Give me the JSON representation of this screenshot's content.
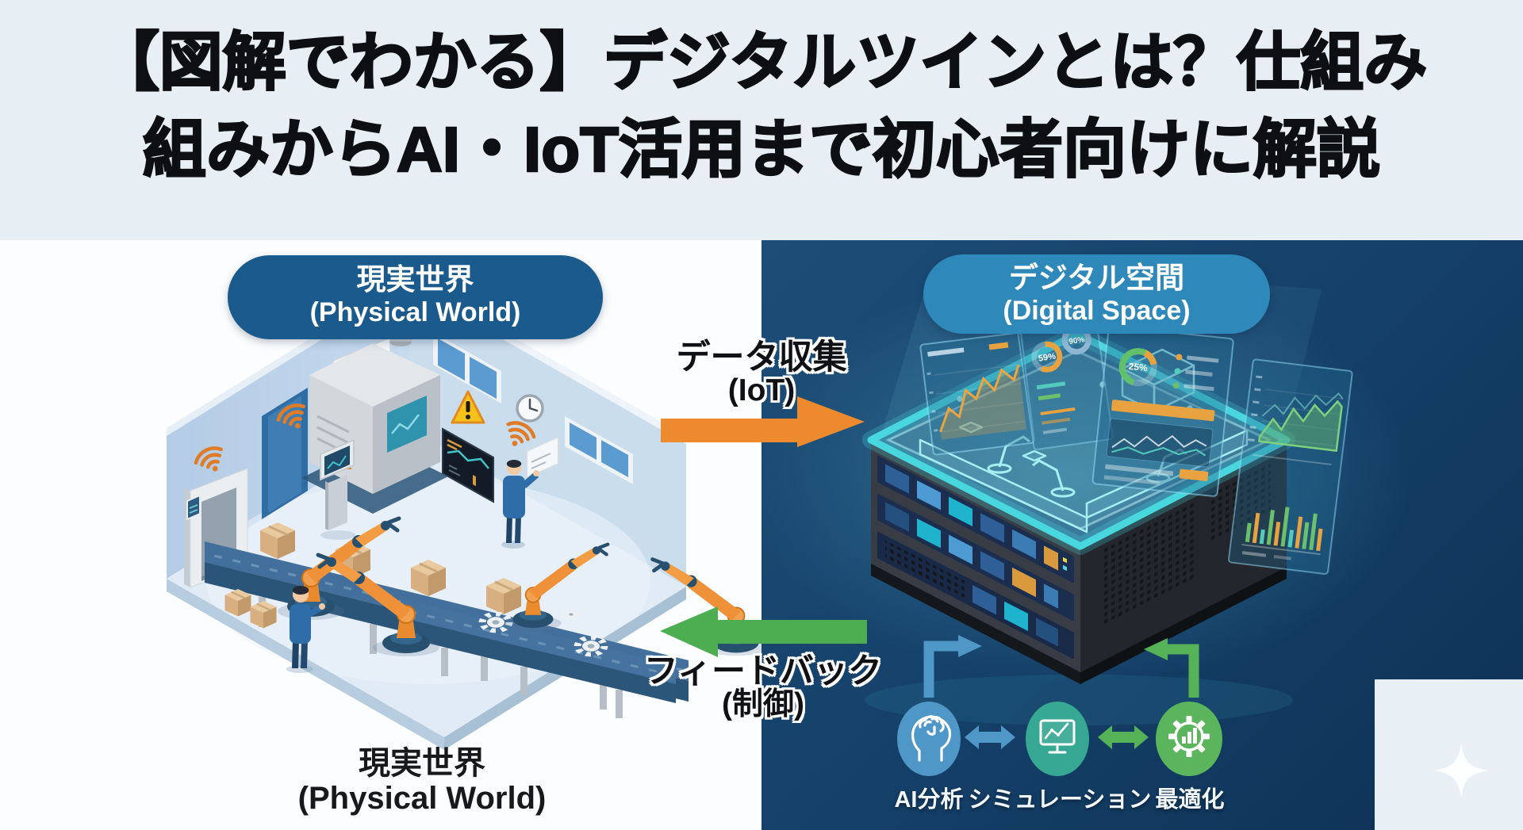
{
  "title": {
    "line1": "【図解でわかる】デジタルツインとは？仕組み",
    "line2": "組みからAI・IoT活用まで初心者向けに解説"
  },
  "physical": {
    "pill_jp": "現実世界",
    "pill_en": "(Physical World)",
    "caption_jp": "現実世界",
    "caption_en": "(Physical World)"
  },
  "digital": {
    "pill_jp": "デジタル空間",
    "pill_en": "(Digital Space)"
  },
  "flow_collect": {
    "label_jp": "データ収集",
    "label_en": "(IoT)",
    "direction": "left-to-right"
  },
  "flow_feedback": {
    "label_jp": "フィードバック",
    "label_en": "(制御)",
    "direction": "right-to-left"
  },
  "process": {
    "items": [
      {
        "label": "AI分析",
        "icon": "ai-brain-icon",
        "color": "#4f97c7"
      },
      {
        "label": "シミュレーション",
        "icon": "simulation-monitor-icon",
        "color": "#37a893"
      },
      {
        "label": "最適化",
        "icon": "optimization-gear-icon",
        "color": "#5bb55c"
      }
    ]
  },
  "dashboard": {
    "donuts": [
      {
        "value": "59%",
        "color": "#e8a23f"
      },
      {
        "value": "90%",
        "color": "#8fb7d4"
      },
      {
        "value": "25%",
        "color": "#63c06a"
      }
    ]
  },
  "colors": {
    "title_band": "#e8eff4",
    "collect_arrow": "#ec8a2d",
    "feedback_arrow": "#4cae51",
    "physical_pill": "#1a5a8c",
    "digital_pill": "#2f88ba",
    "navy_background": "#0e3154",
    "hologram_cyan": "#49d7de",
    "robot_orange": "#ec8a30",
    "wifi_orange": "#e07b28"
  }
}
